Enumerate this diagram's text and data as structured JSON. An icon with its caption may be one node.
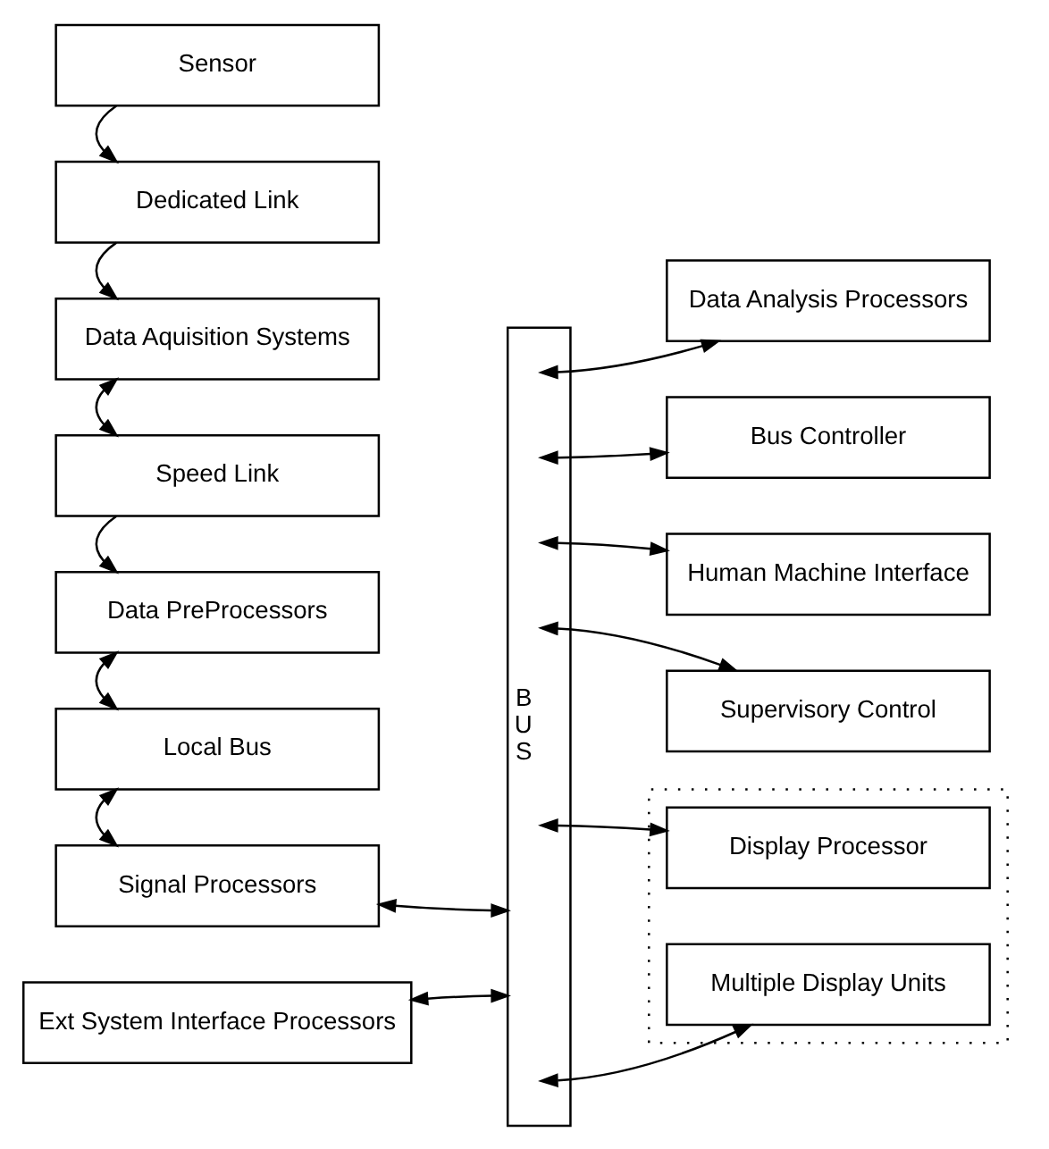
{
  "diagram": {
    "nodes": [
      {
        "text": [
          "Sensor"
        ]
      },
      {
        "text": [
          "Dedicated Link"
        ]
      },
      {
        "text": [
          "Data Aquisition Systems"
        ]
      },
      {
        "text": [
          "Speed Link"
        ]
      },
      {
        "text": [
          "Data PreProcessors"
        ]
      },
      {
        "text": [
          "Local Bus"
        ]
      },
      {
        "text": [
          "Signal Processors"
        ]
      },
      {
        "text": [
          "Ext System Interface Processors"
        ]
      },
      {
        "text": [
          "B U S"
        ]
      },
      {
        "text": [
          "Data Analysis Processors"
        ]
      },
      {
        "text": [
          "Bus Controller"
        ]
      },
      {
        "text": [
          "Human Machine Interface"
        ]
      },
      {
        "text": [
          "Supervisory Control"
        ]
      },
      {
        "text": [],
        "shape": "box"
      },
      {
        "text": [
          "Display Processor"
        ],
        "in": 13
      },
      {
        "text": [
          "Multiple Display Units"
        ],
        "in": 13
      }
    ],
    "edges": [
      {
        "from": 0,
        "to": 1,
        "arrow": "to"
      },
      {
        "from": 1,
        "to": 2,
        "arrow": "to"
      },
      {
        "from": 2,
        "to": 3,
        "arrow": "both"
      },
      {
        "from": 3,
        "to": 4,
        "arrow": "to"
      },
      {
        "from": 4,
        "to": 5,
        "arrow": "both"
      },
      {
        "from": 5,
        "to": 6,
        "arrow": "both"
      },
      {
        "from": 6,
        "to": 8,
        "arrow": "both"
      },
      {
        "from": 7,
        "to": 8,
        "arrow": "both"
      },
      {
        "from": 8,
        "to": 9,
        "arrow": "both"
      },
      {
        "from": 8,
        "to": 10,
        "arrow": "both"
      },
      {
        "from": 8,
        "to": 11,
        "arrow": "both"
      },
      {
        "from": 8,
        "to": 12,
        "arrow": "both"
      },
      {
        "from": 8,
        "to": 14,
        "arrow": "both"
      },
      {
        "from": 8,
        "to": 15,
        "arrow": "both"
      }
    ]
  }
}
